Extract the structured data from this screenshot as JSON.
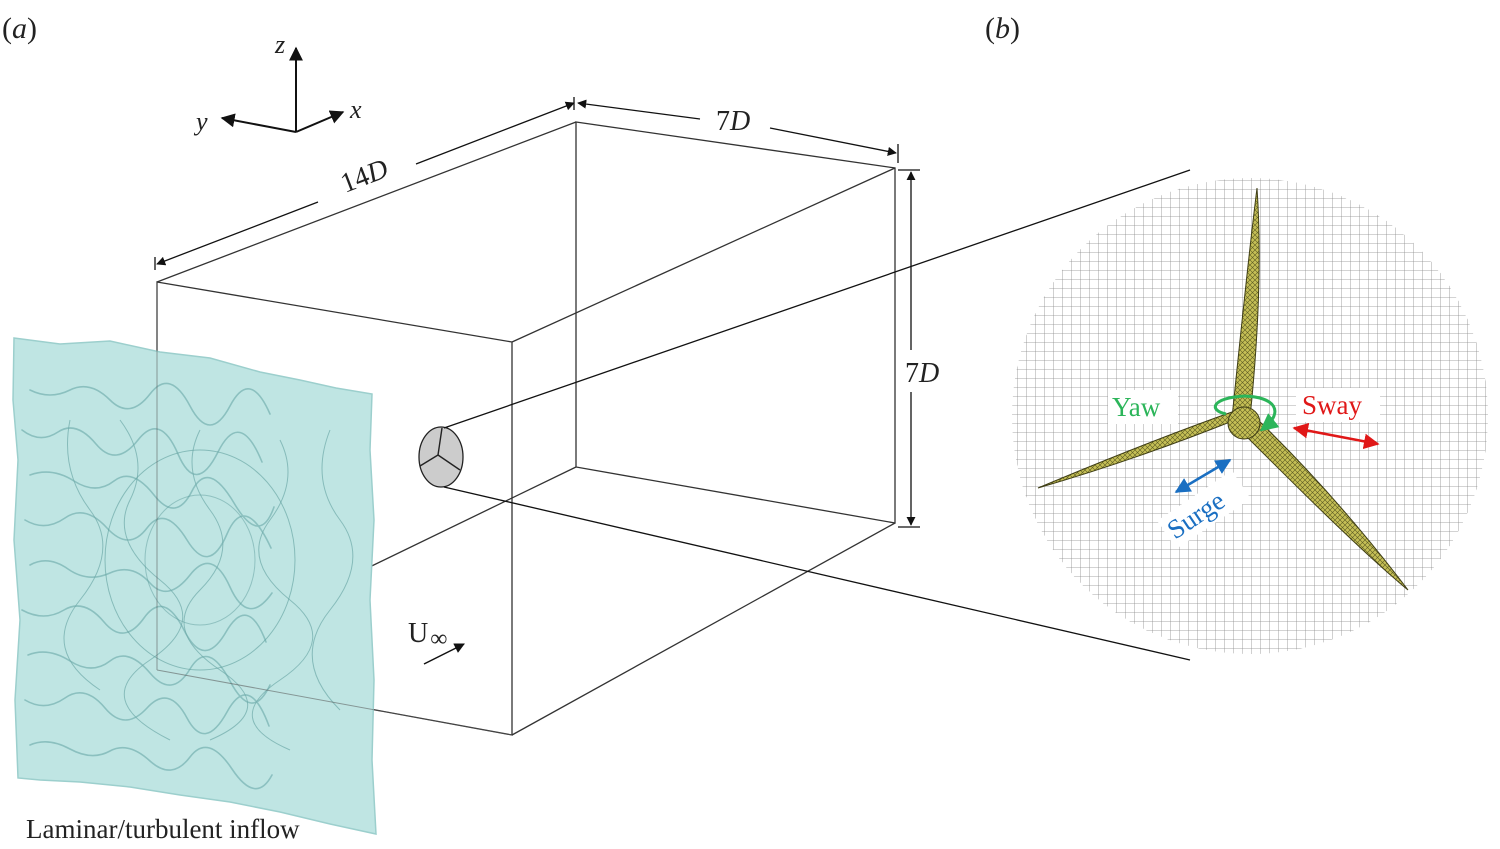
{
  "panels": {
    "a": {
      "label_open": "(",
      "label_letter": "a",
      "label_close": ")",
      "axes": {
        "z": "z",
        "y": "y",
        "x": "x"
      },
      "dimensions": {
        "length_num": "14",
        "length_unit": "D",
        "width_num": "7",
        "width_unit": "D",
        "height_num": "7",
        "height_unit": "D"
      },
      "freestream": {
        "symbol": "U",
        "subscript": "∞"
      },
      "inflow_caption": "Laminar/turbulent inflow"
    },
    "b": {
      "label_open": "(",
      "label_letter": "b",
      "label_close": ")",
      "motions": {
        "yaw": {
          "label": "Yaw",
          "color": "#2cb55a"
        },
        "sway": {
          "label": "Sway",
          "color": "#e01818"
        },
        "surge": {
          "label": "Surge",
          "color": "#1a6fc2"
        }
      }
    }
  },
  "colors": {
    "inflow_surface": "#bfe5e3",
    "blade": "#c2bd55",
    "rotor_disk": "#cccccc",
    "line": "#111111"
  }
}
